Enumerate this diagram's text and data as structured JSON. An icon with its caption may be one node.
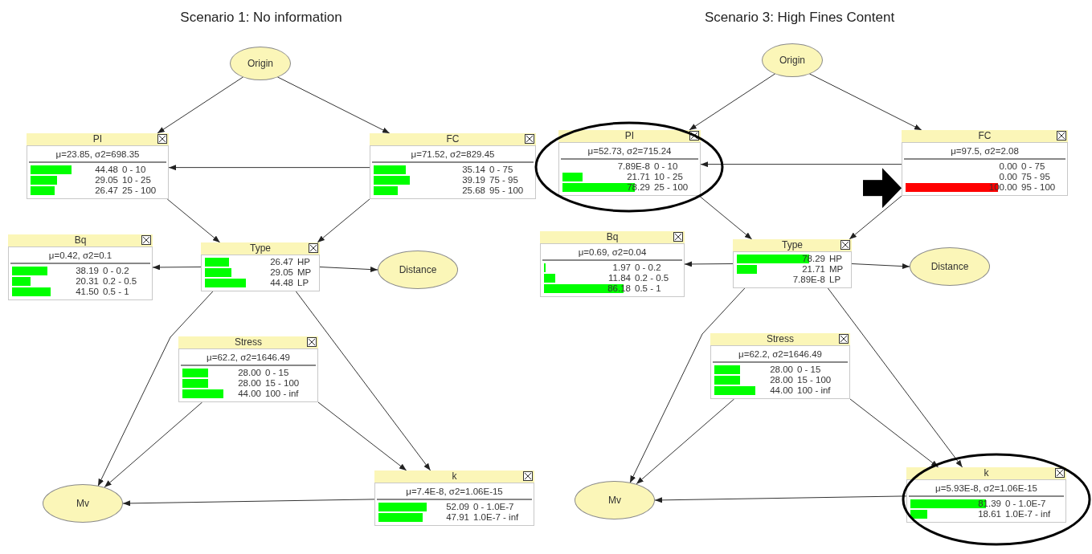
{
  "diagram": {
    "nodes": [
      {
        "text": [
          "Origin"
        ]
      },
      {
        "text": [
          "PI",
          "μ=23.85, σ2=698.35",
          "44.48",
          "0 - 10",
          "29.05",
          "10 - 25",
          "26.47",
          "25 - 100"
        ]
      },
      {
        "text": [
          "FC",
          "μ=71.52, σ2=829.45",
          "35.14",
          "0 - 75",
          "39.19",
          "75 - 95",
          "25.68",
          "95 - 100"
        ]
      },
      {
        "text": [
          "Bq",
          "μ=0.42, σ2=0.1",
          "38.19",
          "0 - 0.2",
          "20.31",
          "0.2 - 0.5",
          "41.50",
          "0.5 - 1"
        ]
      },
      {
        "text": [
          "Type",
          "26.47",
          "HP",
          "29.05",
          "MP",
          "44.48",
          "LP"
        ]
      },
      {
        "text": [
          "Distance"
        ]
      },
      {
        "text": [
          "Stress",
          "μ=62.2, σ2=1646.49",
          "28.00",
          "0 - 15",
          "28.00",
          "15 - 100",
          "44.00",
          "100 - inf"
        ]
      },
      {
        "text": [
          "k",
          "μ=7.4E-8, σ2=1.06E-15",
          "52.09",
          "0 - 1.0E-7",
          "47.91",
          "1.0E-7 - inf"
        ]
      },
      {
        "text": [
          "Mv"
        ]
      },
      {
        "text": [
          "Origin"
        ]
      },
      {
        "text": [
          "PI",
          "μ=52.73, σ2=715.24",
          "7.89E-8",
          "0 - 10",
          "21.71",
          "10 - 25",
          "78.29",
          "25 - 100"
        ]
      },
      {
        "text": [
          "FC",
          "μ=97.5, σ2=2.08",
          "0.00",
          "0 - 75",
          "0.00",
          "75 - 95",
          "100.00",
          "95 - 100"
        ]
      },
      {
        "text": [
          "Bq",
          "μ=0.69, σ2=0.04",
          "1.97",
          "0 - 0.2",
          "11.84",
          "0.2 - 0.5",
          "86.18",
          "0.5 - 1"
        ]
      },
      {
        "text": [
          "Type",
          "78.29",
          "HP",
          "21.71",
          "MP",
          "7.89E-8",
          "LP"
        ]
      },
      {
        "text": [
          "Distance"
        ]
      },
      {
        "text": [
          "Stress",
          "μ=62.2, σ2=1646.49",
          "28.00",
          "0 - 15",
          "28.00",
          "15 - 100",
          "44.00",
          "100 - inf"
        ]
      },
      {
        "text": [
          "k",
          "μ=5.93E-8, σ2=1.06E-15",
          "81.39",
          "0 - 1.0E-7",
          "18.61",
          "1.0E-7 - inf"
        ]
      },
      {
        "text": [
          "Mv"
        ]
      }
    ],
    "edges": [
      {
        "from": 0,
        "to": 1,
        "arrow": "to"
      },
      {
        "from": 0,
        "to": 2,
        "arrow": "to"
      },
      {
        "from": 2,
        "to": 1,
        "arrow": "to"
      },
      {
        "from": 1,
        "to": 4,
        "arrow": "to"
      },
      {
        "from": 2,
        "to": 4,
        "arrow": "to"
      },
      {
        "from": 4,
        "to": 3,
        "arrow": "to"
      },
      {
        "from": 4,
        "to": 5,
        "arrow": "to"
      },
      {
        "from": 4,
        "to": 8,
        "arrow": "to"
      },
      {
        "from": 4,
        "to": 7,
        "arrow": "to"
      },
      {
        "from": 6,
        "to": 8,
        "arrow": "to"
      },
      {
        "from": 6,
        "to": 7,
        "arrow": "to"
      },
      {
        "from": 7,
        "to": 8,
        "arrow": "to"
      },
      {
        "from": 9,
        "to": 10,
        "arrow": "to"
      },
      {
        "from": 9,
        "to": 11,
        "arrow": "to"
      },
      {
        "from": 11,
        "to": 10,
        "arrow": "to"
      },
      {
        "from": 10,
        "to": 13,
        "arrow": "to"
      },
      {
        "from": 11,
        "to": 13,
        "arrow": "to"
      },
      {
        "from": 13,
        "to": 12,
        "arrow": "to"
      },
      {
        "from": 13,
        "to": 14,
        "arrow": "to"
      },
      {
        "from": 13,
        "to": 17,
        "arrow": "to"
      },
      {
        "from": 13,
        "to": 16,
        "arrow": "to"
      },
      {
        "from": 15,
        "to": 17,
        "arrow": "to"
      },
      {
        "from": 15,
        "to": 16,
        "arrow": "to"
      },
      {
        "from": 16,
        "to": 17,
        "arrow": "to"
      },
      {
        "from": null,
        "to": 11,
        "arrow": "to",
        "style": "thick",
        "color": "#000000"
      }
    ],
    "labels": [
      "Scenario 1: No information",
      "Scenario 3: High Fines Content"
    ]
  }
}
